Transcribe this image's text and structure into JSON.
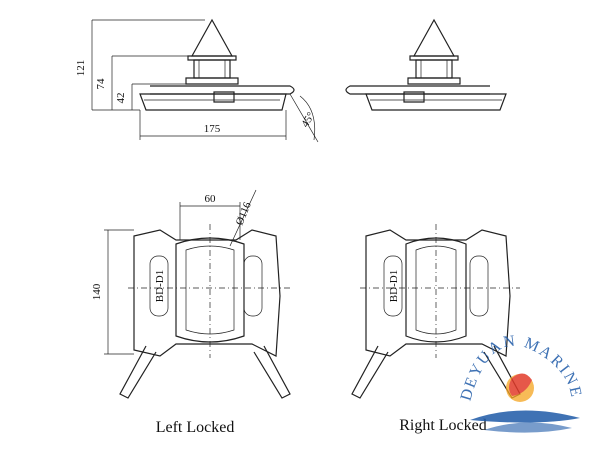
{
  "drawing": {
    "dims": {
      "overall_height": "121",
      "mid_height": "74",
      "low_height": "42",
      "width": "175",
      "angle": "45°",
      "center_spacing": "60",
      "diameter": "Ø116",
      "plan_height": "140"
    },
    "part_label": "BD-D1",
    "captions": {
      "left": "Left Locked",
      "right": "Right Locked"
    },
    "watermark": {
      "text": "DEYUAN MARINE",
      "colors": {
        "blue": "#1e5aa8",
        "red": "#e23b2a",
        "orange": "#f5a623"
      }
    }
  }
}
